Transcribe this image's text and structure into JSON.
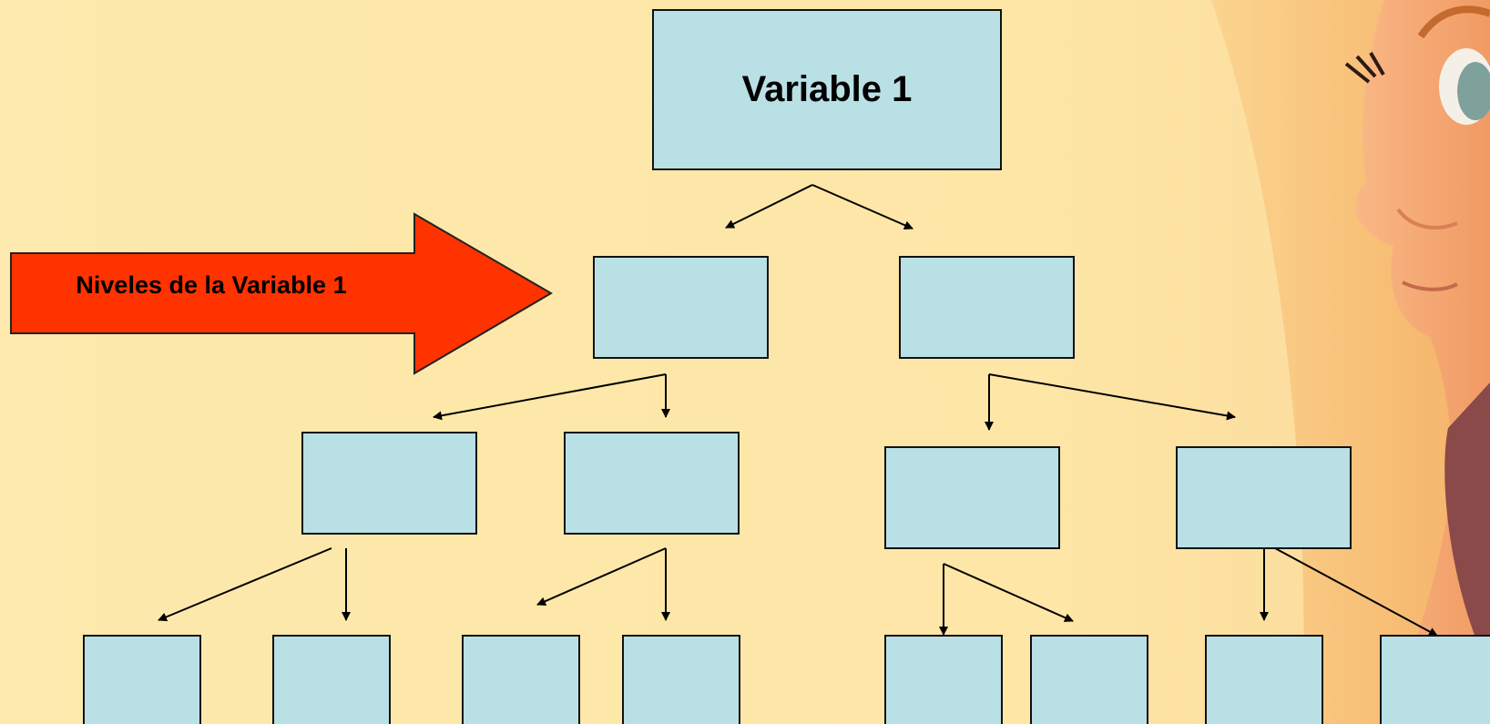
{
  "diagram": {
    "root": {
      "label": "Variable 1"
    },
    "callout": {
      "label": "Niveles de la Variable 1",
      "color": "#ff3300"
    },
    "levels": [
      {
        "count": 2
      },
      {
        "count": 4
      },
      {
        "count": 8
      }
    ],
    "box_fill": "#b9e0e5",
    "background": "#fde8a9"
  }
}
